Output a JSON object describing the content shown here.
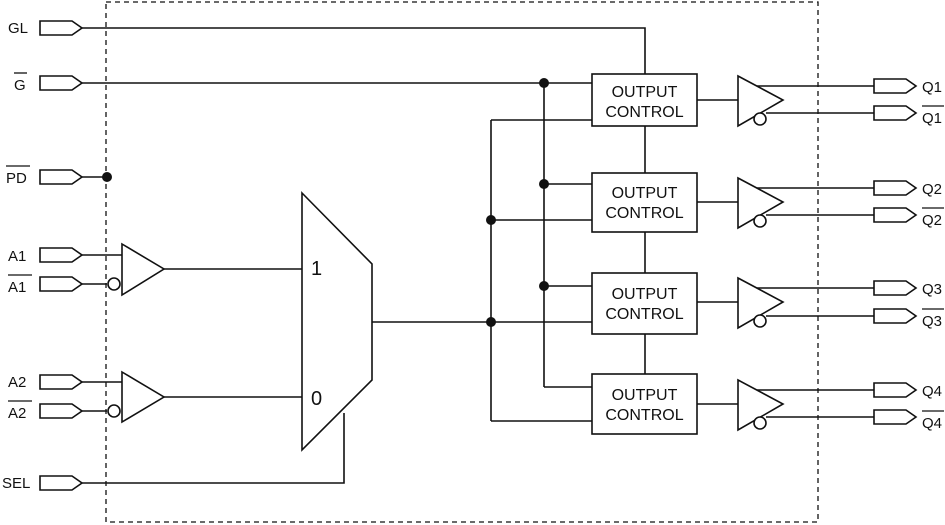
{
  "inputs": {
    "gl": {
      "label": "GL"
    },
    "g_bar": {
      "label": "G"
    },
    "pd_bar": {
      "label": "PD"
    },
    "a1": {
      "label": "A1"
    },
    "a1_bar": {
      "label": "A1"
    },
    "a2": {
      "label": "A2"
    },
    "a2_bar": {
      "label": "A2"
    },
    "sel": {
      "label": "SEL"
    }
  },
  "mux": {
    "input_1_label": "1",
    "input_0_label": "0"
  },
  "output_blocks": [
    {
      "line1": "OUTPUT",
      "line2": "CONTROL"
    },
    {
      "line1": "OUTPUT",
      "line2": "CONTROL"
    },
    {
      "line1": "OUTPUT",
      "line2": "CONTROL"
    },
    {
      "line1": "OUTPUT",
      "line2": "CONTROL"
    }
  ],
  "outputs": [
    {
      "true_label": "Q1",
      "comp_label": "Q1"
    },
    {
      "true_label": "Q2",
      "comp_label": "Q2"
    },
    {
      "true_label": "Q3",
      "comp_label": "Q3"
    },
    {
      "true_label": "Q4",
      "comp_label": "Q4"
    }
  ]
}
